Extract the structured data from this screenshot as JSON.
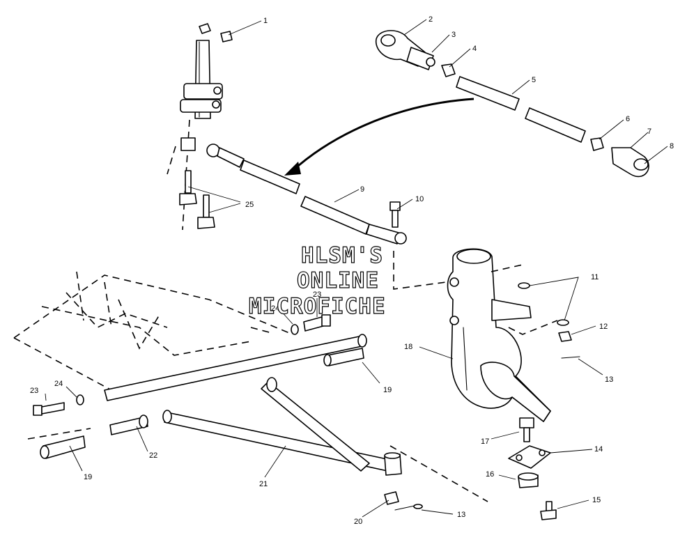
{
  "watermark": {
    "line1": "HLSM'S",
    "line2": "ONLINE",
    "line3": "MICROFICHE"
  },
  "callouts": [
    {
      "id": "c1",
      "label": "1"
    },
    {
      "id": "c2",
      "label": "2"
    },
    {
      "id": "c3",
      "label": "3"
    },
    {
      "id": "c4",
      "label": "4"
    },
    {
      "id": "c5",
      "label": "5"
    },
    {
      "id": "c6",
      "label": "6"
    },
    {
      "id": "c7",
      "label": "7"
    },
    {
      "id": "c8",
      "label": "8"
    },
    {
      "id": "c9",
      "label": "9"
    },
    {
      "id": "c10",
      "label": "10"
    },
    {
      "id": "c11",
      "label": "11"
    },
    {
      "id": "c12",
      "label": "12"
    },
    {
      "id": "c13a",
      "label": "13"
    },
    {
      "id": "c13b",
      "label": "13"
    },
    {
      "id": "c14",
      "label": "14"
    },
    {
      "id": "c15",
      "label": "15"
    },
    {
      "id": "c16",
      "label": "16"
    },
    {
      "id": "c17",
      "label": "17"
    },
    {
      "id": "c18",
      "label": "18"
    },
    {
      "id": "c19a",
      "label": "19"
    },
    {
      "id": "c19b",
      "label": "19"
    },
    {
      "id": "c20",
      "label": "20"
    },
    {
      "id": "c21",
      "label": "21"
    },
    {
      "id": "c22",
      "label": "22"
    },
    {
      "id": "c23a",
      "label": "23"
    },
    {
      "id": "c23b",
      "label": "23"
    },
    {
      "id": "c24a",
      "label": "24"
    },
    {
      "id": "c24b",
      "label": "24"
    },
    {
      "id": "c25",
      "label": "25"
    }
  ]
}
